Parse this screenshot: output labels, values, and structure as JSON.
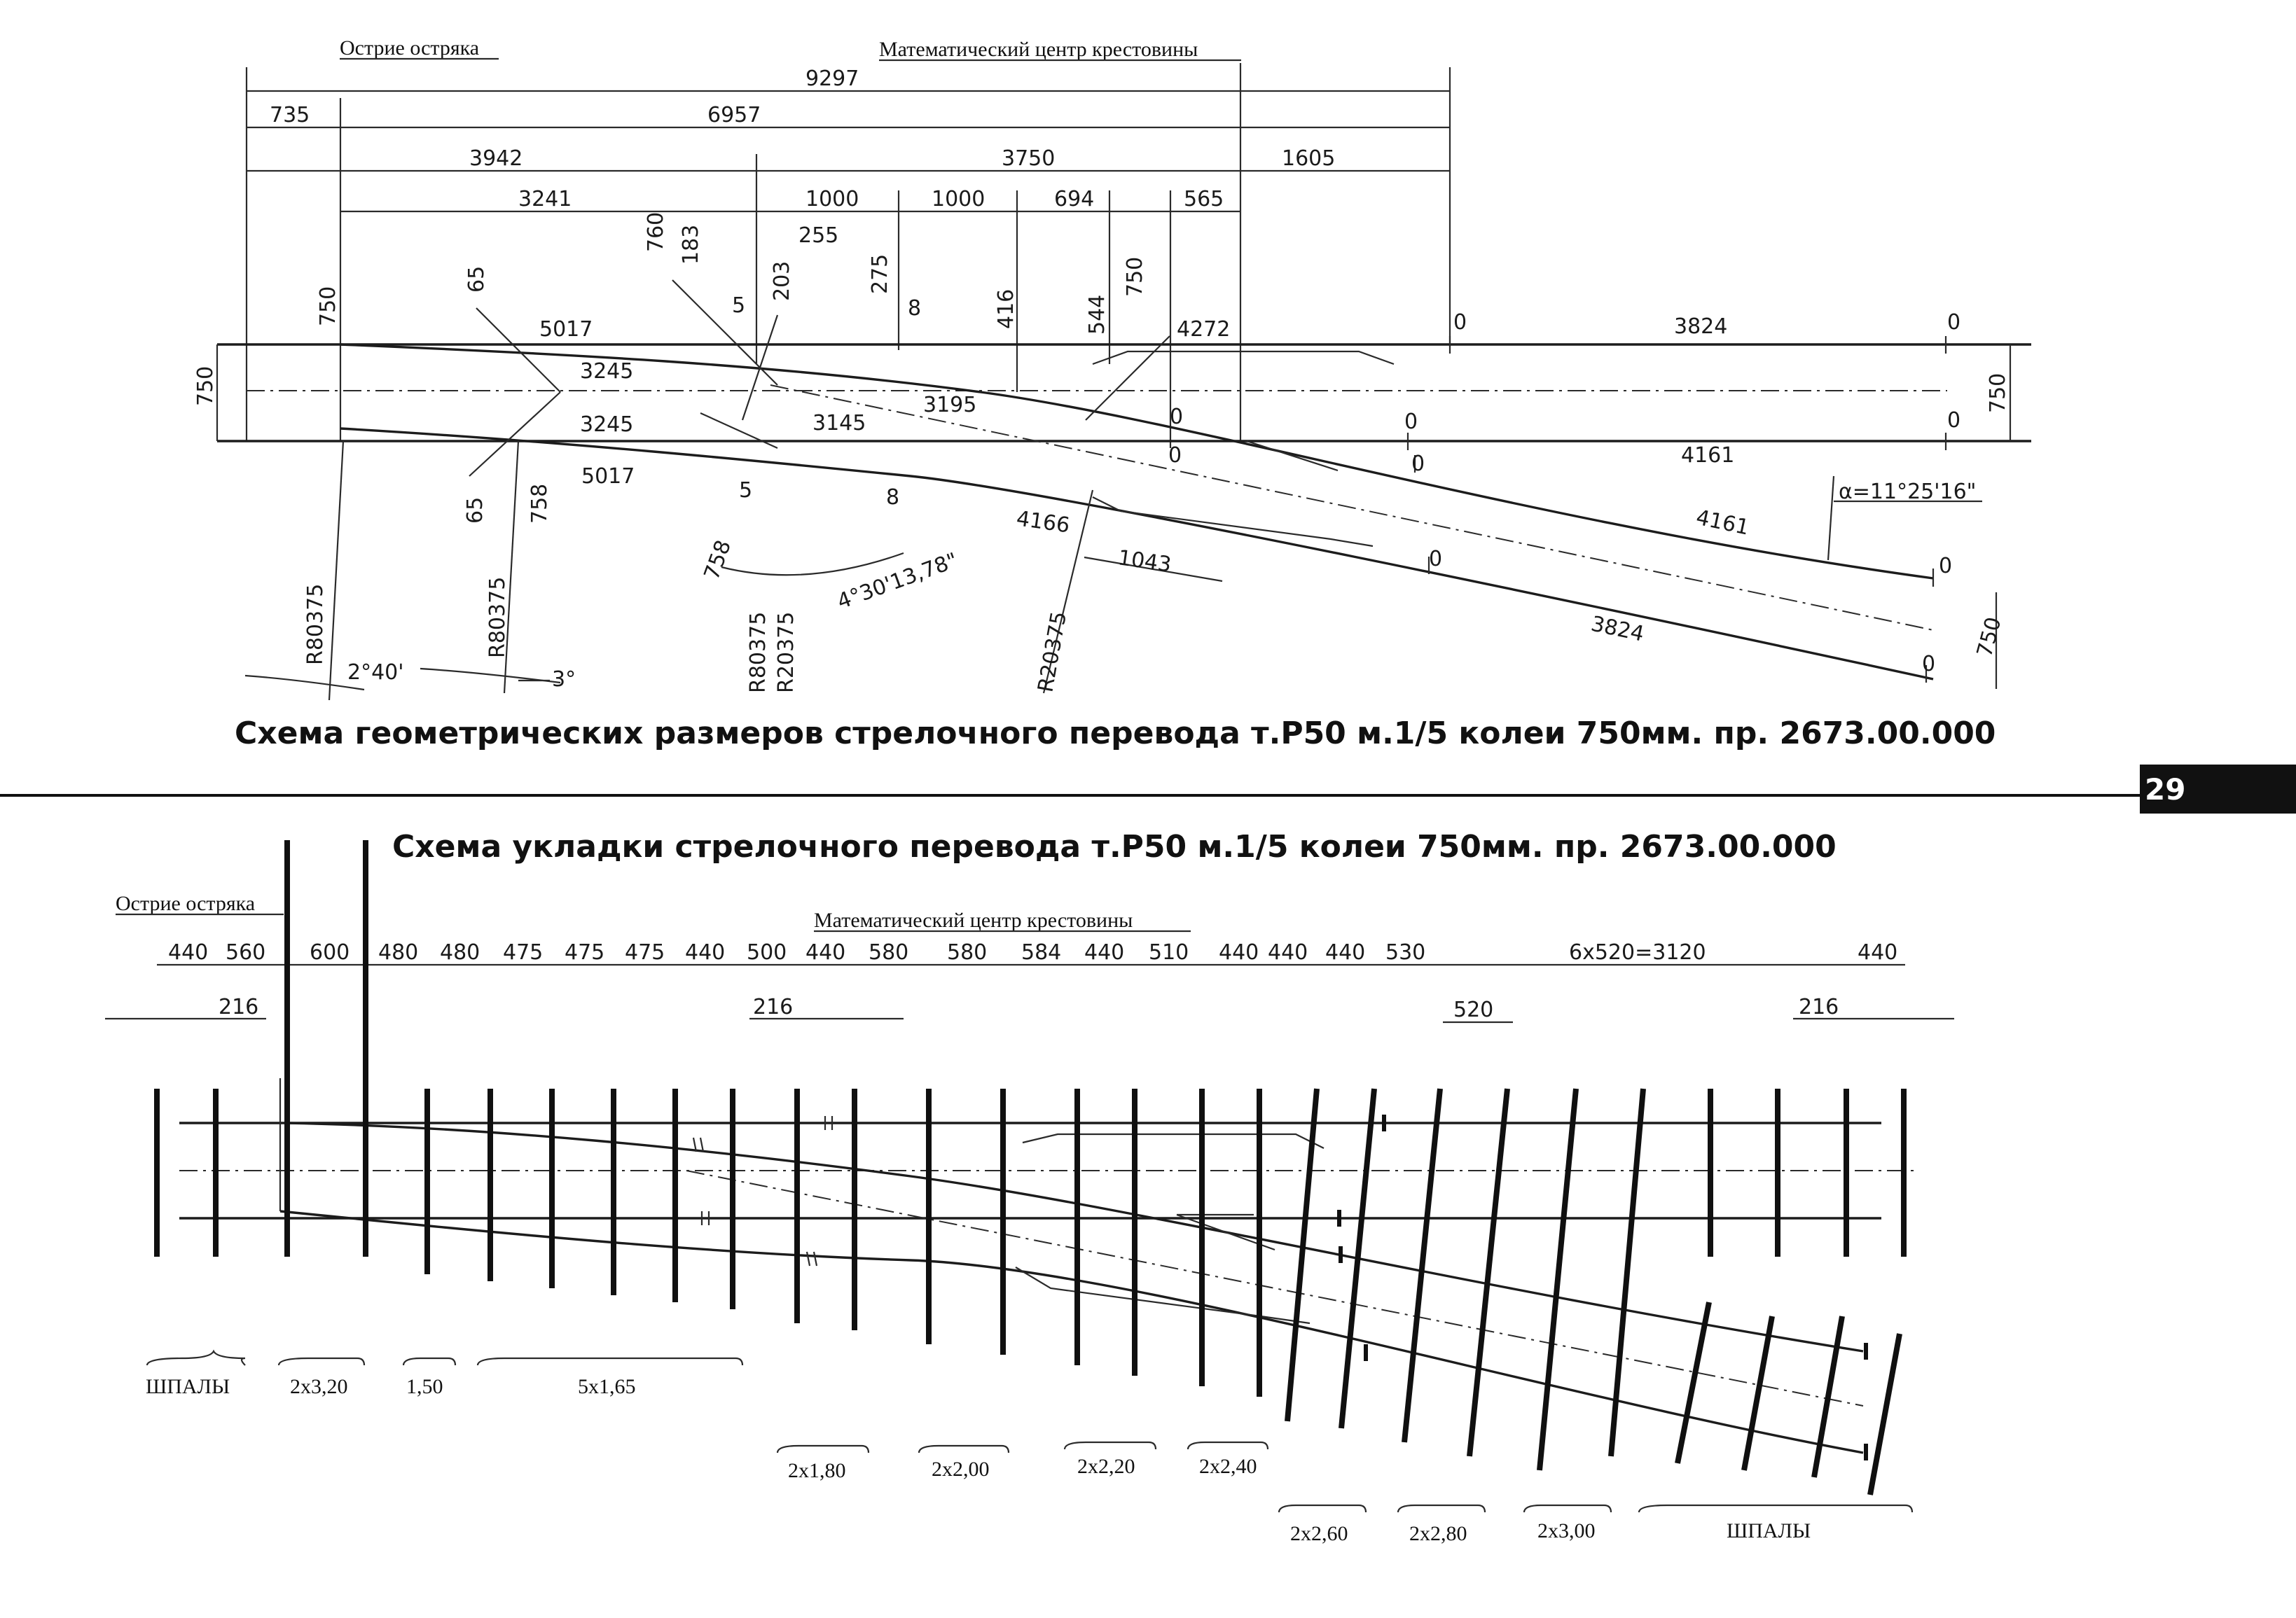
{
  "page_number": "29",
  "top": {
    "title": "Схема геометрических размеров стрелочного перевода т.Р50 м.1/5 колеи 750мм. пр. 2673.00.000",
    "label_switch_point": "Острие остряка",
    "label_crossing_center": "Математический центр крестовины",
    "dims": {
      "d9297": "9297",
      "d735": "735",
      "d6957": "6957",
      "d3942": "3942",
      "d3750": "3750",
      "d1605": "1605",
      "d3241": "3241",
      "d1000a": "1000",
      "d1000b": "1000",
      "d694": "694",
      "d565": "565",
      "d750a": "750",
      "d65a": "65",
      "d760": "760",
      "d183": "183",
      "d5a": "5",
      "d203": "203",
      "d255": "255",
      "d275": "275",
      "d8a": "8",
      "d416": "416",
      "d544": "544",
      "d750b": "750",
      "d5017a": "5017",
      "d3245a": "3245",
      "d3245b": "3245",
      "d5017b": "5017",
      "d3195": "3195",
      "d3145": "3145",
      "d4272": "4272",
      "d0a": "0",
      "d3824a": "3824",
      "d0b": "0",
      "d0c": "0",
      "d0d": "0",
      "d0e": "0",
      "d0f": "0",
      "d4161a": "4161",
      "d4161b": "4161",
      "d0g": "0",
      "d0h": "0",
      "d3824b": "3824",
      "d0i": "0",
      "d0j": "0",
      "d750l": "750",
      "d750r": "750",
      "d750rb": "750",
      "d65b": "65",
      "d758a": "758",
      "d5b": "5",
      "d758b": "758",
      "d8b": "8",
      "d4166": "4166",
      "d1043": "1043",
      "angle_alpha": "α=11°25'16\"",
      "angle_mid": "4°30'13,78\"",
      "r1": "R80375",
      "r2": "R80375",
      "r3": "R80375",
      "r4": "R20375",
      "r5": "R20375",
      "ang1": "2°40'",
      "ang2": "3°"
    }
  },
  "bottom": {
    "title": "Схема укладки стрелочного перевода т.Р50 м.1/5 колеи 750мм. пр. 2673.00.000",
    "label_switch_point": "Острие остряка",
    "label_crossing_center": "Математический центр крестовины",
    "spacing": [
      "440",
      "560",
      "600",
      "480",
      "480",
      "475",
      "475",
      "475",
      "440",
      "500",
      "440",
      "580",
      "580",
      "584",
      "440",
      "510",
      "440",
      "440",
      "440",
      "530",
      "6x520=3120",
      "440"
    ],
    "d216a": "216",
    "d216b": "216",
    "d216c": "216",
    "d520": "520",
    "groups": {
      "g1": "ШПАЛЫ",
      "g2": "2x3,20",
      "g3": "1,50",
      "g4": "5x1,65",
      "g5": "2x1,80",
      "g6": "2x2,00",
      "g7": "2x2,20",
      "g8": "2x2,40",
      "g9": "2x2,60",
      "g10": "2x2,80",
      "g11": "2x3,00",
      "g12": "ШПАЛЫ"
    }
  }
}
